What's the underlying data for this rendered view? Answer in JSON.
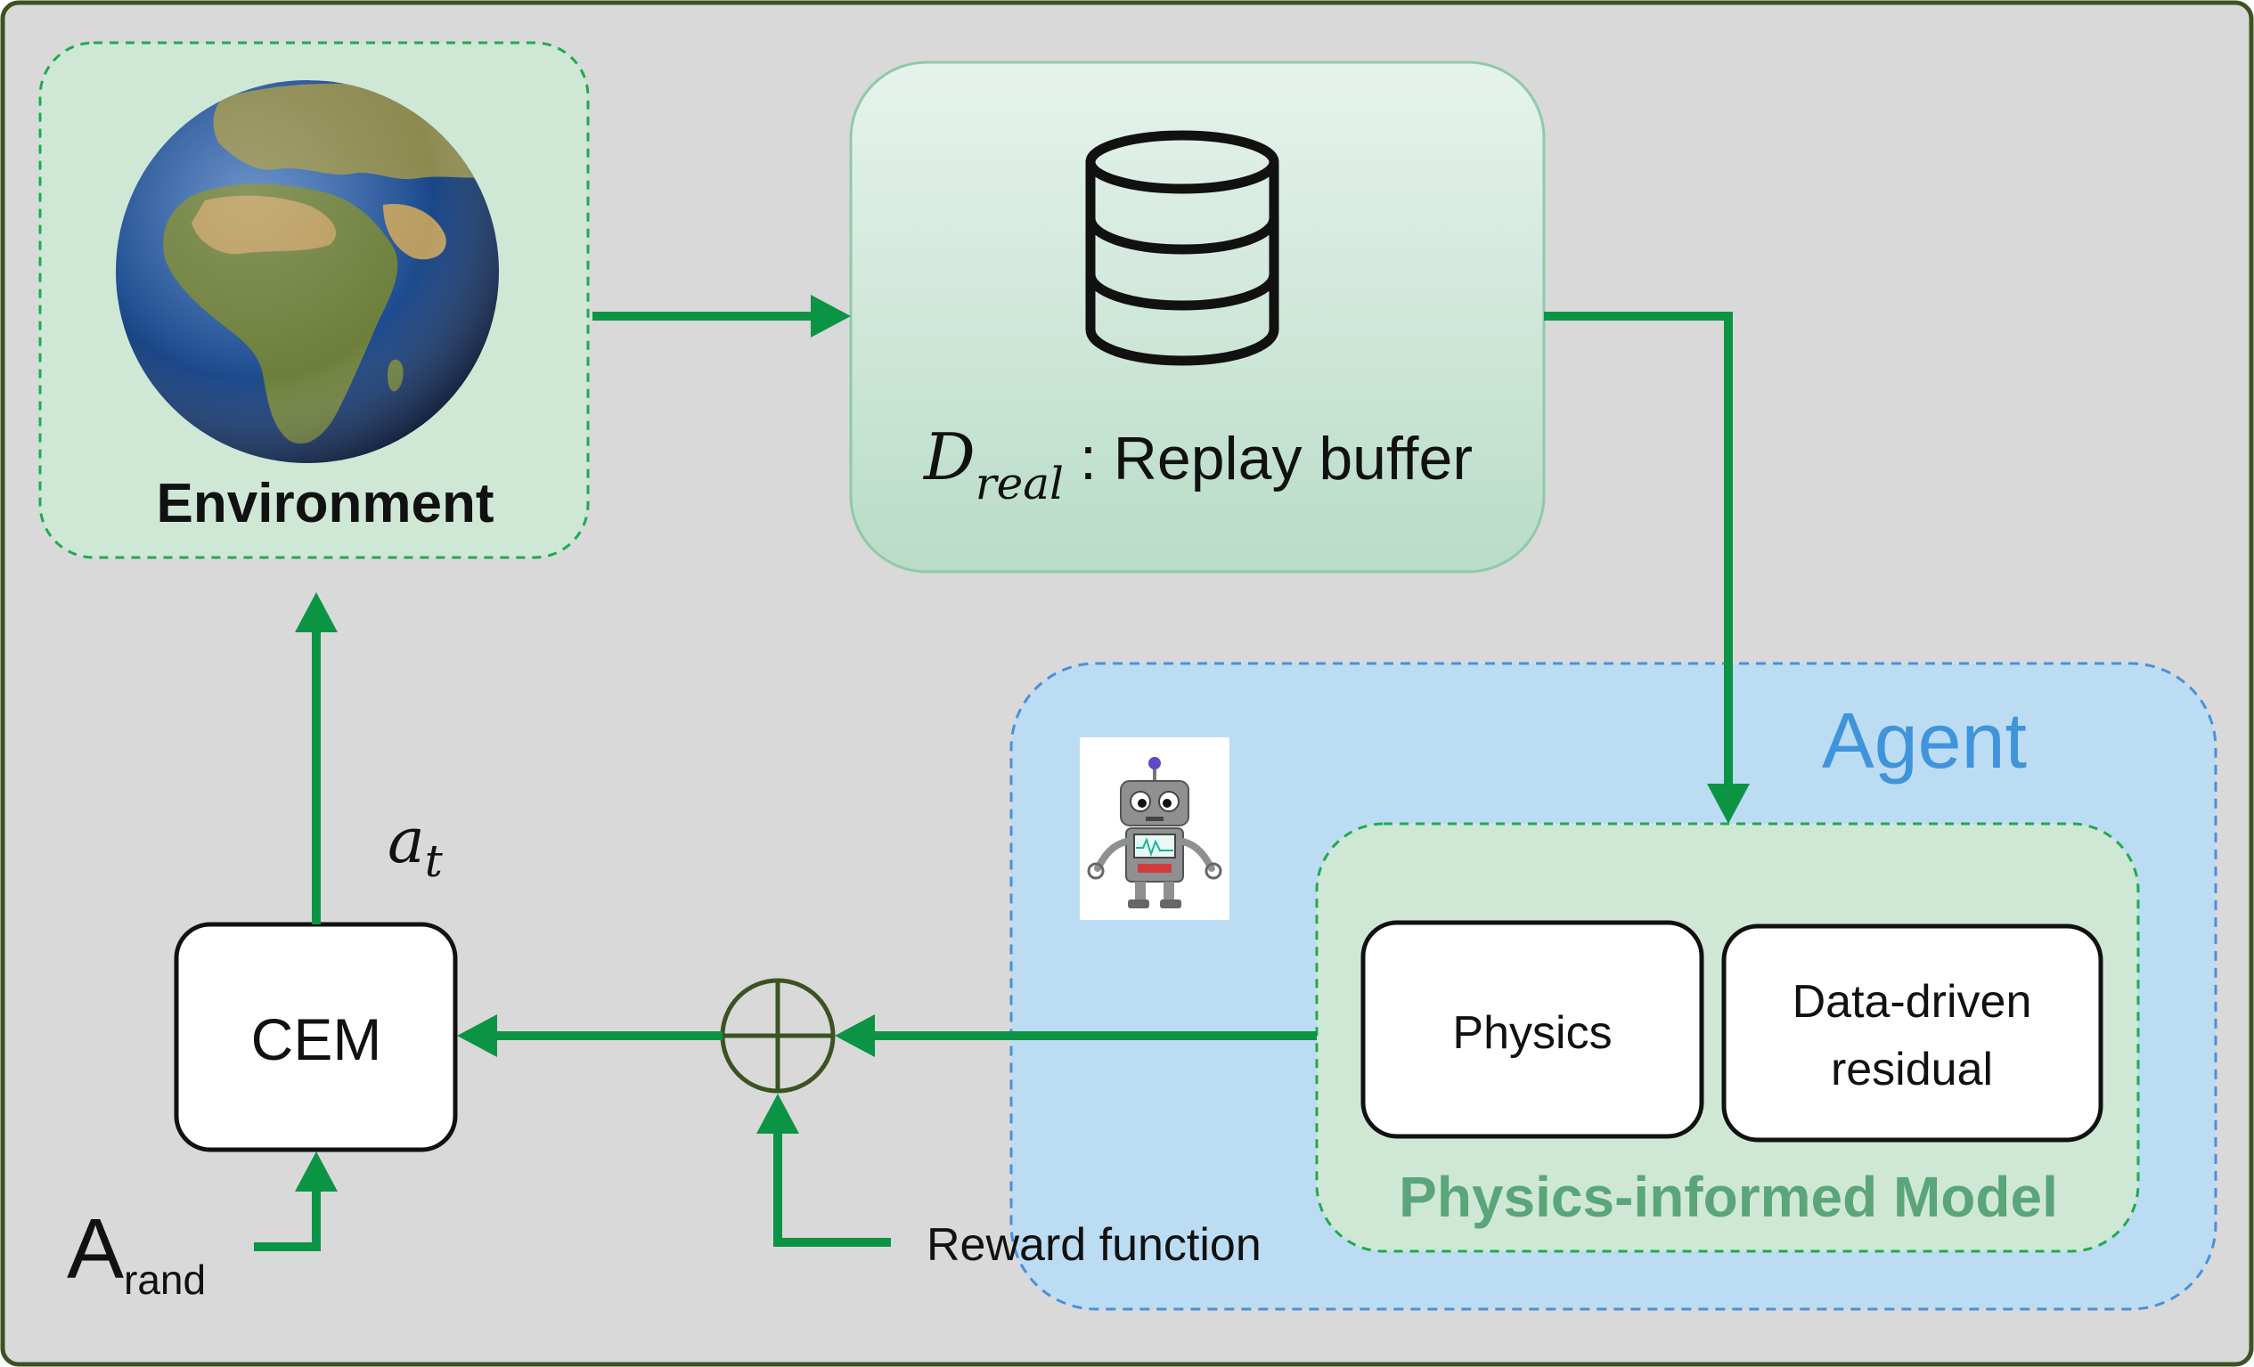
{
  "environment": {
    "label": "Environment"
  },
  "replay_buffer": {
    "symbol": "D",
    "subscript": "real",
    "label": ": Replay buffer"
  },
  "agent": {
    "label": "Agent"
  },
  "model": {
    "label": "Physics-informed Model",
    "physics_label": "Physics",
    "residual_line1": "Data-driven",
    "residual_line2": "residual"
  },
  "cem": {
    "label": "CEM"
  },
  "action": {
    "symbol": "a",
    "subscript": "t"
  },
  "arand": {
    "main": "A",
    "subscript": "rand"
  },
  "reward": {
    "label": "Reward function"
  },
  "colors": {
    "background": "#d9d9d9",
    "frame": "#3b5323",
    "arrow": "#0b9444",
    "agent_fill": "#bcdcf3",
    "agent_border": "#4a90d9",
    "agent_text": "#3f94dc",
    "model_fill": "#cfe8d6",
    "model_text": "#5aa57a",
    "env_fill": "#cfe8d6",
    "buffer_fill": "#d7ece0",
    "sum_stroke": "#3b5323"
  }
}
